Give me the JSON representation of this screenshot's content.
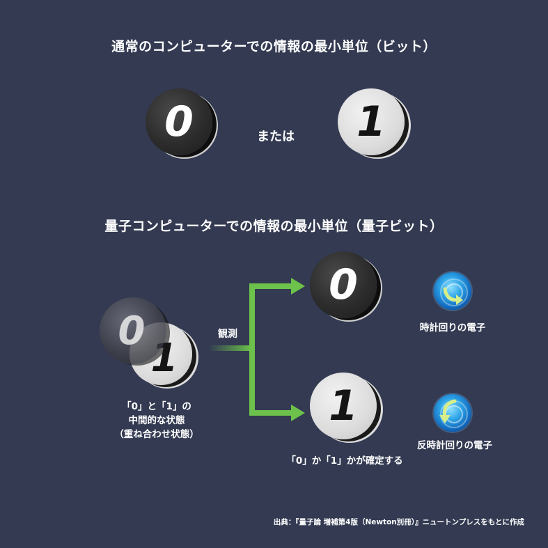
{
  "classical": {
    "title": "通常のコンピューターでの情報の最小単位（ビット）",
    "left_value": "0",
    "or_text": "または",
    "right_value": "1"
  },
  "quantum": {
    "title": "量子コンピューターでの情報の最小単位（量子ビット）",
    "superposed_value_0": "0",
    "superposed_value_1": "1",
    "superposition_label_line1": "「0」と「1」の",
    "superposition_label_line2": "中間的な状態",
    "superposition_label_line3": "（重ね合わせ状態）",
    "observe_label": "観測",
    "result_top_value": "0",
    "result_bottom_value": "1",
    "result_label": "「0」か「1」かが確定する",
    "electron_top_label": "時計回りの電子",
    "electron_bottom_label": "反時計回りの電子"
  },
  "source": "出典：『量子論 増補第4版（Newton別冊）』ニュートンプレスをもとに作成",
  "colors": {
    "background": "#333a52",
    "arrow_green": "#6cc24a",
    "electron_blue": "#2da3e6",
    "electron_arrow": "#d6ef8a"
  },
  "icons": [
    "electron-clockwise-icon",
    "electron-counterclockwise-icon",
    "branch-arrow-icon"
  ]
}
